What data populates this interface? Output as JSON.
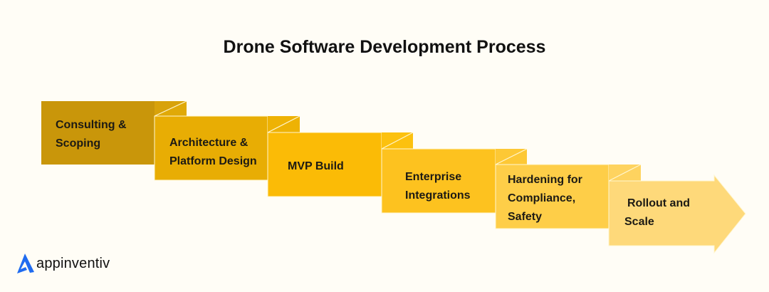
{
  "title": "Drone Software Development Process",
  "steps": [
    {
      "label_line1": "Consulting &",
      "label_line2": "Scoping",
      "label_line3": "",
      "color": "#c9960a"
    },
    {
      "label_line1": "Architecture &",
      "label_line2": "Platform Design",
      "label_line3": "",
      "color": "#e8ad04"
    },
    {
      "label_line1": "MVP Build",
      "label_line2": "",
      "label_line3": "",
      "color": "#fbbb06"
    },
    {
      "label_line1": "Enterprise",
      "label_line2": "Integrations",
      "label_line3": "",
      "color": "#fdc21f"
    },
    {
      "label_line1": "Hardening for",
      "label_line2": "Compliance,",
      "label_line3": "Safety",
      "color": "#fece48"
    },
    {
      "label_line1": "Rollout and",
      "label_line2": "Scale",
      "label_line3": "",
      "color": "#fed97a"
    }
  ],
  "logo": {
    "text": "appinventiv",
    "color": "#1f6bf0"
  }
}
